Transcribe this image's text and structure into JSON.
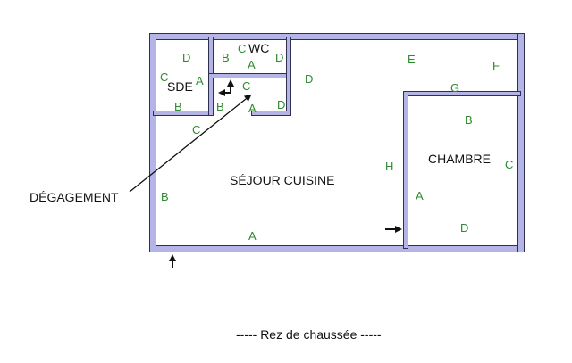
{
  "rooms": {
    "sde": "SDE",
    "wc": "WC",
    "sejour": "SÉJOUR CUISINE",
    "chambre": "CHAMBRE",
    "degagement": "DÉGAGEMENT"
  },
  "wall_letters": {
    "sde_d": "D",
    "sde_c": "C",
    "sde_a": "A",
    "sde_b": "B",
    "wc_b": "B",
    "wc_c": "C",
    "wc_a": "A",
    "wc_d": "D",
    "deg_c": "C",
    "deg_b": "B",
    "deg_a": "A",
    "deg_d": "D",
    "sej_d": "D",
    "sej_e": "E",
    "sej_f": "F",
    "sej_g": "G",
    "sej_c": "C",
    "sej_b": "B",
    "sej_a": "A",
    "sej_h": "H",
    "ch_b": "B",
    "ch_c": "C",
    "ch_a": "A",
    "ch_d": "D"
  },
  "floor_title": "-----  Rez de chaussée  -----",
  "colors": {
    "wall_fill": "#b4b4e6",
    "wall_line": "#2f2f4f",
    "letter": "#2e8b2e"
  }
}
